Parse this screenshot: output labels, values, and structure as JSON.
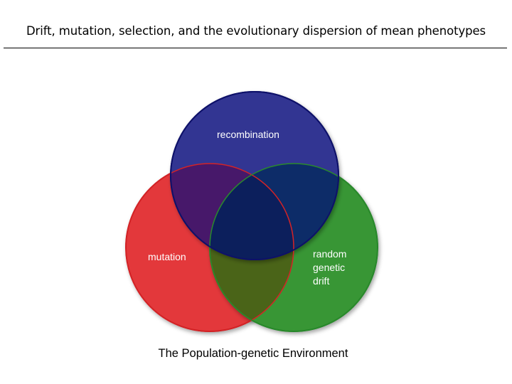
{
  "title": "Drift, mutation, selection, and the evolutionary dispersion of mean phenotypes",
  "diagram": {
    "sets": [
      {
        "label": "recombination",
        "color": "#2a2e8e"
      },
      {
        "label": "mutation",
        "color": "#e32b2f"
      },
      {
        "label": "random genetic drift",
        "label_lines": [
          "random",
          "genetic",
          "drift"
        ],
        "color": "#2e9230"
      }
    ],
    "caption": "The Population-genetic Environment"
  }
}
